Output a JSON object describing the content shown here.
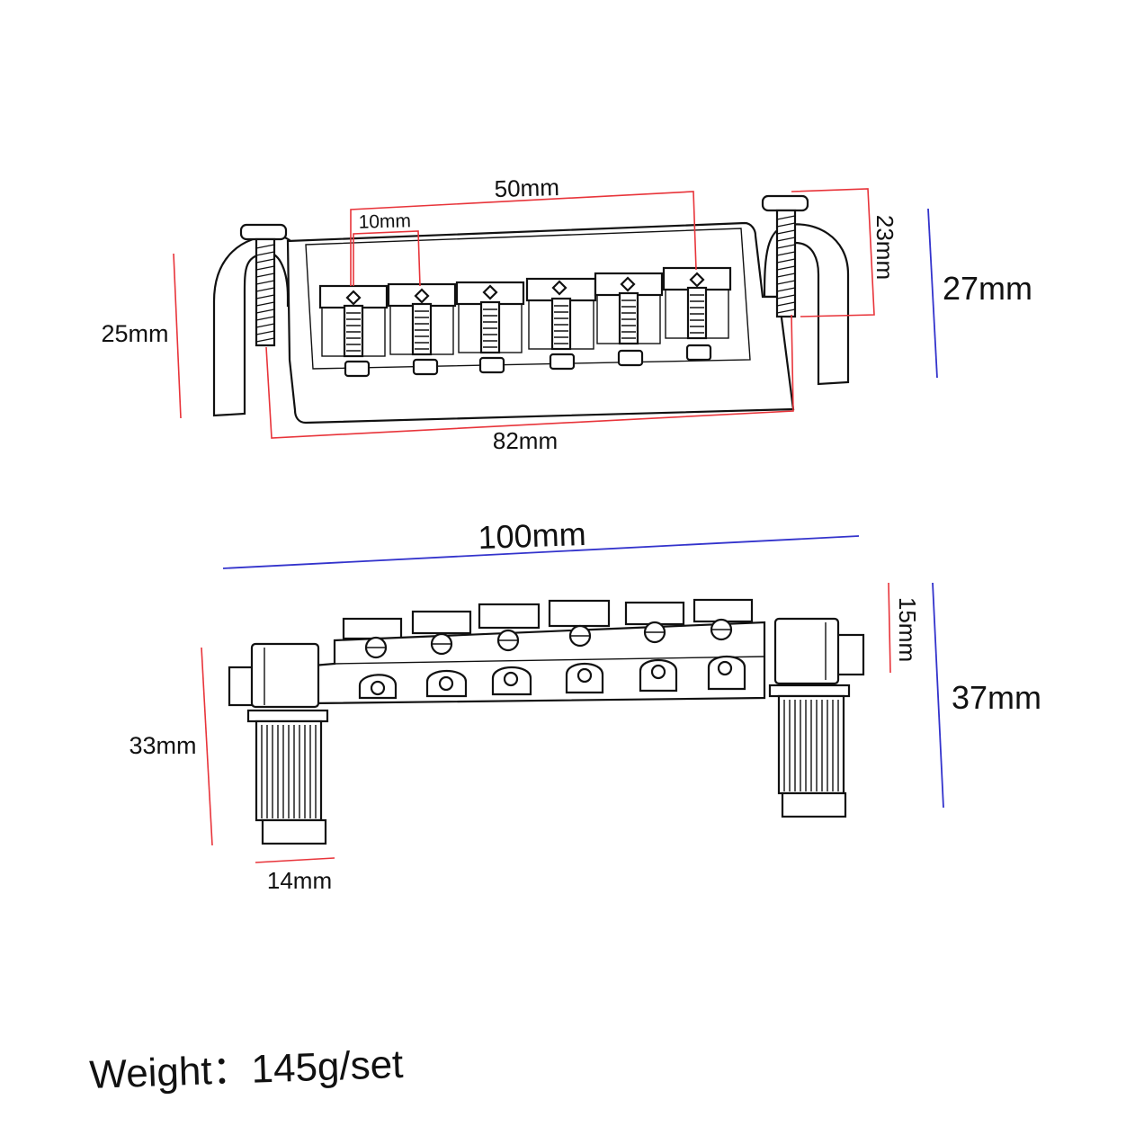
{
  "top_view": {
    "dim_string_span": "50mm",
    "dim_string_spacing": "10mm",
    "dim_post_spacing": "82mm",
    "dim_post_height": "25mm",
    "dim_stud_length": "23mm",
    "dim_total_height": "27mm"
  },
  "side_view": {
    "dim_total_length": "100mm",
    "dim_saddle_height": "15mm",
    "dim_post_length": "33mm",
    "dim_post_diameter": "14mm",
    "dim_total_height": "37mm"
  },
  "spec": {
    "weight": "Weight：145g/set"
  },
  "colors": {
    "dimension_red": "#e8343a",
    "dimension_blue": "#3333cc",
    "outline": "#111111"
  }
}
